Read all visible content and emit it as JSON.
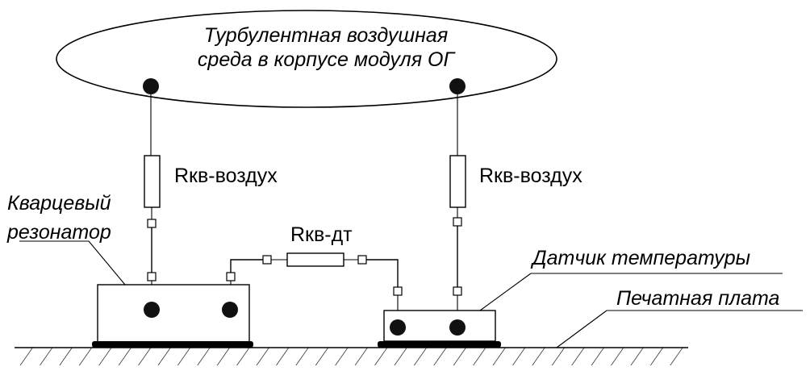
{
  "diagram": {
    "environment": {
      "line1": "Турбулентная воздушная",
      "line2": "среда в корпусе модуля ОГ"
    },
    "resistor_left_label": "Rкв-воздух",
    "resistor_right_label": "Rкв-воздух",
    "resistor_middle_label": "Rкв-дт",
    "resonator_label": {
      "line1": "Кварцевый",
      "line2": "резонатор"
    },
    "sensor_label": "Датчик температуры",
    "board_label": "Печатная плата"
  }
}
